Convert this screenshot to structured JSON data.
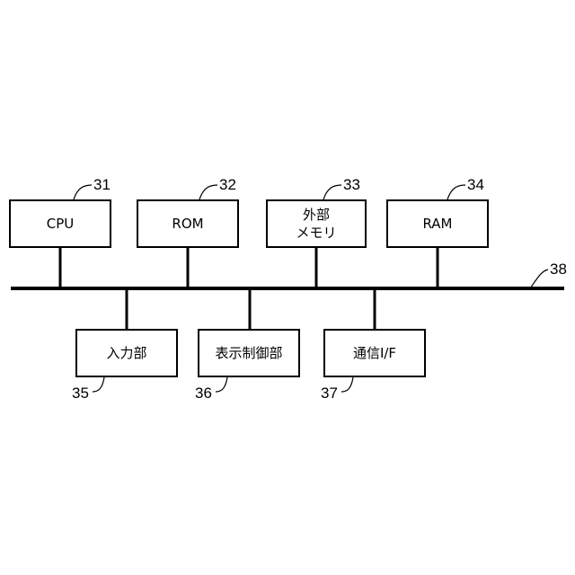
{
  "blocks": {
    "cpu": {
      "label": "CPU",
      "ref": "31"
    },
    "rom": {
      "label": "ROM",
      "ref": "32"
    },
    "external_memory": {
      "line1": "外部",
      "line2": "メモリ",
      "ref": "33"
    },
    "ram": {
      "label": "RAM",
      "ref": "34"
    },
    "input_unit": {
      "label": "入力部",
      "ref": "35"
    },
    "display_control_unit": {
      "label": "表示制御部",
      "ref": "36"
    },
    "communication_if": {
      "label": "通信I/F",
      "ref": "37"
    }
  },
  "bus": {
    "ref": "38"
  }
}
